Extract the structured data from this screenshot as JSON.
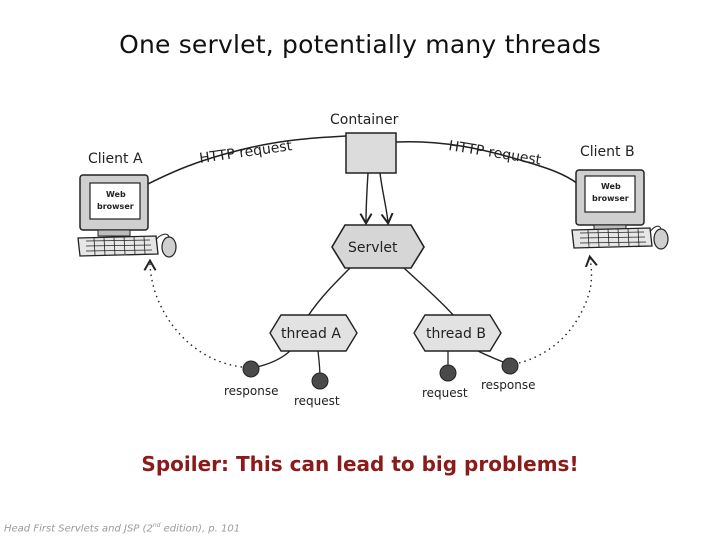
{
  "title": "One servlet, potentially many threads",
  "diagram": {
    "container_label": "Container",
    "servlet_label": "Servlet",
    "client_a_label": "Client A",
    "client_b_label": "Client B",
    "browser_label_line1": "Web",
    "browser_label_line2": "browser",
    "http_request_left": "HTTP request",
    "http_request_right": "HTTP request",
    "thread_a_label": "thread A",
    "thread_b_label": "thread B",
    "response_a": "response",
    "request_a": "request",
    "request_b": "request",
    "response_b": "response"
  },
  "spoiler": "Spoiler: This can lead to big problems!",
  "citation": {
    "before": "Head First Servlets and JSP (2",
    "sup": "nd",
    "after": " edition), p. 101"
  }
}
